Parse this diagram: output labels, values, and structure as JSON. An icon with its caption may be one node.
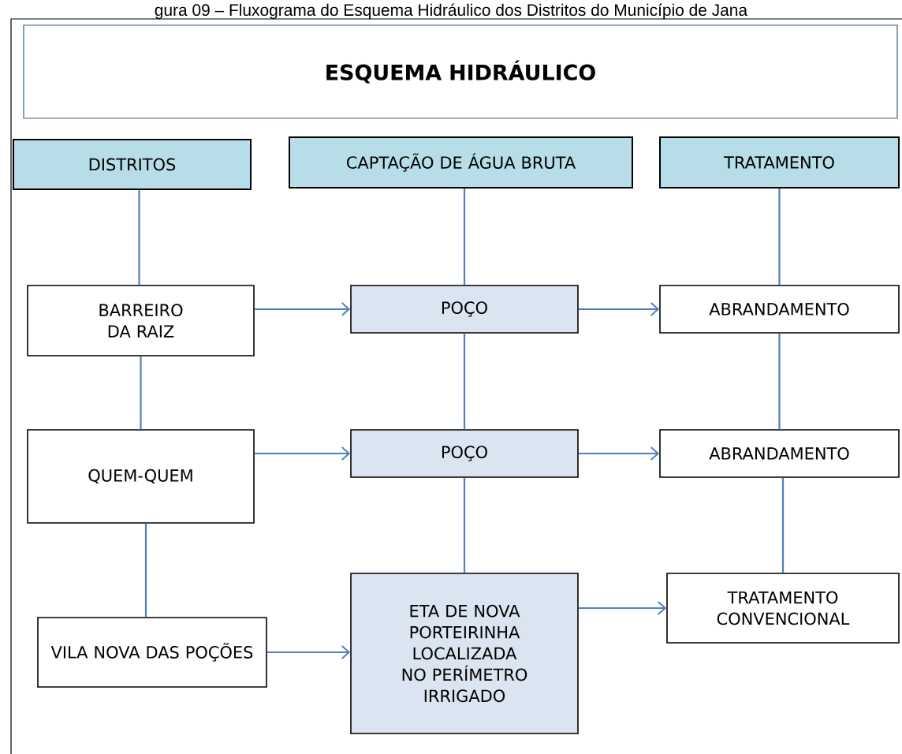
{
  "diagram": {
    "caption": "gura 09 – Fluxograma do Esquema Hidráulico dos Distritos do Município de Jana",
    "nodes": [
      {
        "text": [
          "ESQUEMA HIDRÁULICO"
        ]
      },
      {
        "text": [
          "DISTRITOS"
        ]
      },
      {
        "text": [
          "CAPTAÇÃO DE ÁGUA BRUTA"
        ]
      },
      {
        "text": [
          "TRATAMENTO"
        ]
      },
      {
        "text": [
          "BARREIRO DA RAIZ"
        ]
      },
      {
        "text": [
          "POÇO"
        ]
      },
      {
        "text": [
          "ABRANDAMENTO"
        ]
      },
      {
        "text": [
          "QUEM-QUEM"
        ]
      },
      {
        "text": [
          "POÇO"
        ]
      },
      {
        "text": [
          "ABRANDAMENTO"
        ]
      },
      {
        "text": [
          "VILA NOVA DAS POÇÕES"
        ]
      },
      {
        "text": [
          "ETA DE NOVA PORTEIRINHA LOCALIZADA NO PERÍMETRO IRRIGADO"
        ]
      },
      {
        "text": [
          "TRATAMENTO CONVENCIONAL"
        ]
      }
    ],
    "edges": [
      {
        "from": 1,
        "to": 4,
        "arrow": "none"
      },
      {
        "from": 4,
        "to": 7,
        "arrow": "none"
      },
      {
        "from": 7,
        "to": 10,
        "arrow": "none"
      },
      {
        "from": 2,
        "to": 5,
        "arrow": "none"
      },
      {
        "from": 5,
        "to": 8,
        "arrow": "none"
      },
      {
        "from": 8,
        "to": 11,
        "arrow": "none"
      },
      {
        "from": 3,
        "to": 6,
        "arrow": "none"
      },
      {
        "from": 6,
        "to": 9,
        "arrow": "none"
      },
      {
        "from": 9,
        "to": 12,
        "arrow": "none"
      },
      {
        "from": 4,
        "to": 5,
        "arrow": "to"
      },
      {
        "from": 5,
        "to": 6,
        "arrow": "to"
      },
      {
        "from": 7,
        "to": 8,
        "arrow": "to"
      },
      {
        "from": 8,
        "to": 9,
        "arrow": "to"
      },
      {
        "from": 10,
        "to": 11,
        "arrow": "to"
      },
      {
        "from": 11,
        "to": 12,
        "arrow": "to"
      }
    ]
  }
}
